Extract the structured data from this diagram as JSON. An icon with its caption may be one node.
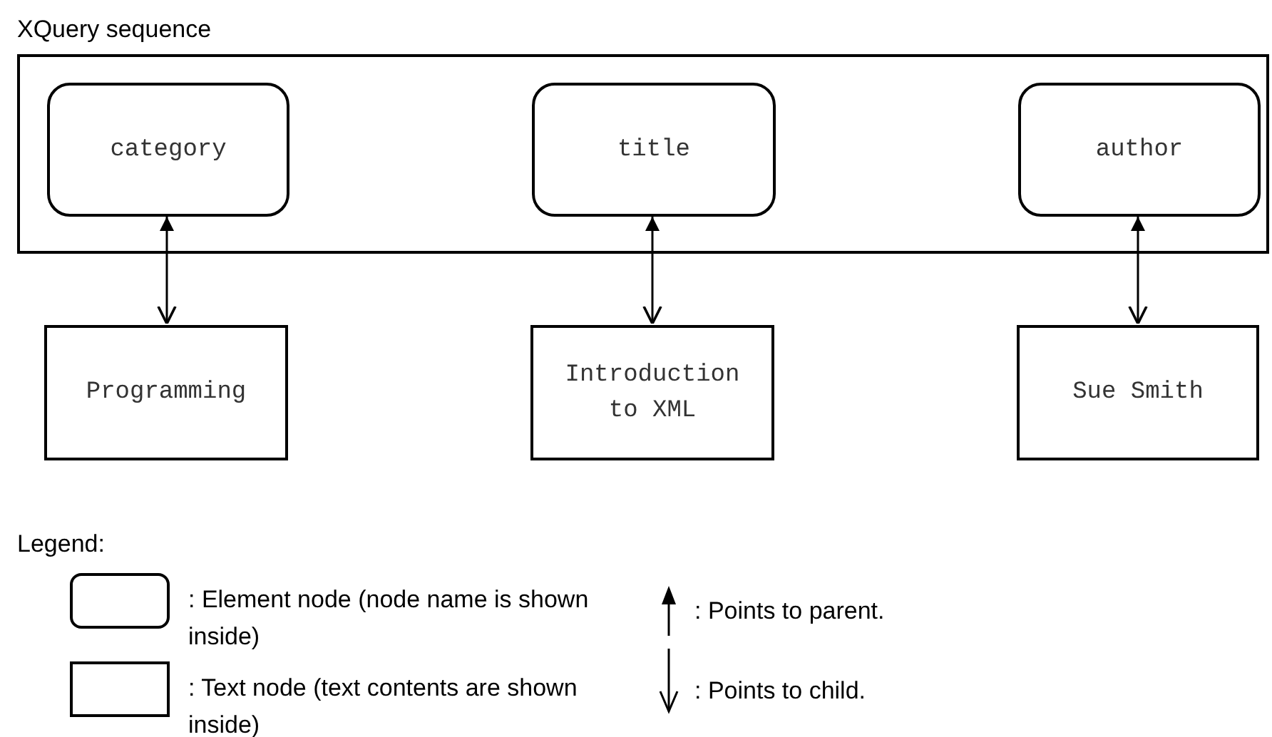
{
  "diagram": {
    "nodes": [
      {
        "text": [
          "XQuery sequence"
        ]
      },
      {
        "text": [
          "category"
        ],
        "in": 0
      },
      {
        "text": [
          "title"
        ],
        "in": 0
      },
      {
        "text": [
          "author"
        ],
        "in": 0
      },
      {
        "text": [
          "Programming"
        ]
      },
      {
        "text": [
          "Introduction to XML"
        ]
      },
      {
        "text": [
          "Sue Smith"
        ]
      }
    ],
    "edges": [
      {
        "from": 1,
        "to": 4,
        "arrow": "both"
      },
      {
        "from": 2,
        "to": 5,
        "arrow": "both"
      },
      {
        "from": 3,
        "to": 6,
        "arrow": "both"
      }
    ],
    "labels": [
      "Legend:"
    ],
    "legend": [
      {
        "text": ": Element node (node name is shown inside)"
      },
      {
        "text": ": Text node (text contents are shown inside)"
      },
      {
        "text": ": Points to parent."
      },
      {
        "text": ": Points to child."
      }
    ]
  }
}
